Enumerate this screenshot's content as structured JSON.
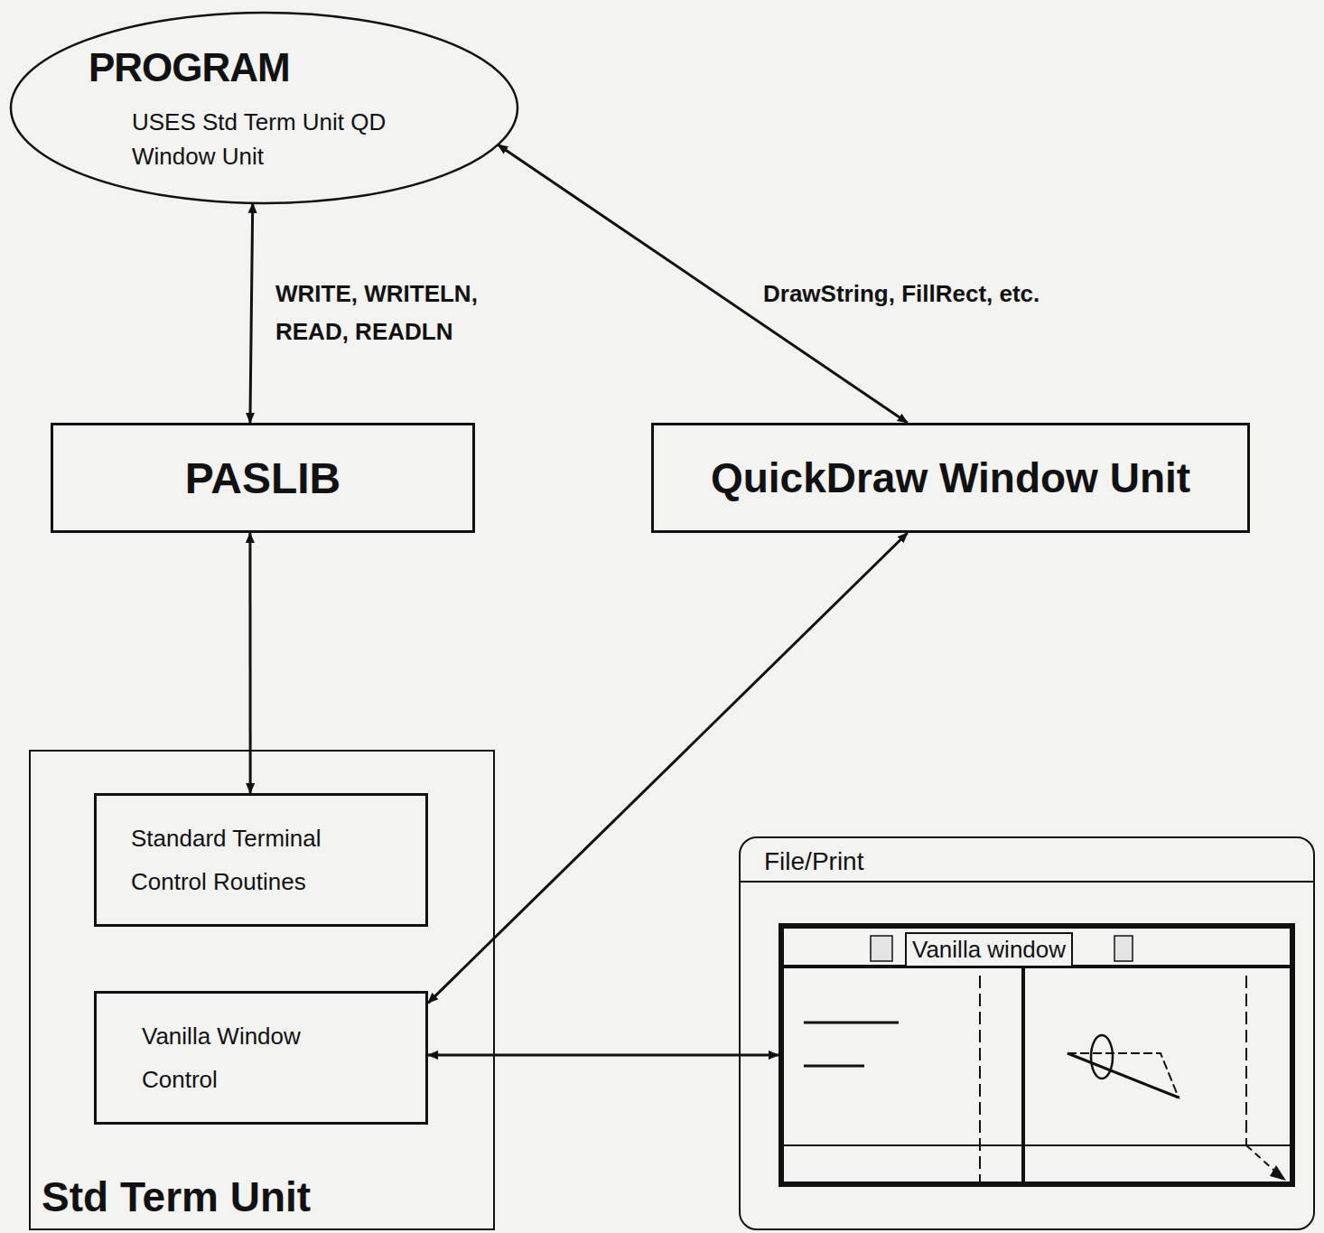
{
  "diagram": {
    "nodes": [
      {
        "text": [
          "PROGRAM",
          "USES Std Term Unit QD Window Unit"
        ]
      },
      {
        "text": [
          "PASLIB"
        ]
      },
      {
        "text": [
          "QuickDraw Window Unit"
        ]
      },
      {
        "text": [
          "Std Term Unit"
        ]
      },
      {
        "text": [
          "Standard Terminal Control Routines"
        ],
        "in": 3
      },
      {
        "text": [
          "Vanilla Window Control"
        ],
        "in": 3
      },
      {
        "text": [
          "File/Print"
        ]
      },
      {
        "text": [
          "Vanilla window"
        ],
        "in": 6
      }
    ],
    "edges": [
      {
        "from": 0,
        "to": 1,
        "arrow": "both",
        "label": "WRITE, WRITELN, READ, READLN"
      },
      {
        "from": 0,
        "to": 2,
        "arrow": "both",
        "label": "DrawString, FillRect, etc."
      },
      {
        "from": 1,
        "to": 4,
        "arrow": "both"
      },
      {
        "from": 2,
        "to": 5,
        "arrow": "both"
      },
      {
        "from": 5,
        "to": 7,
        "arrow": "both"
      }
    ]
  }
}
